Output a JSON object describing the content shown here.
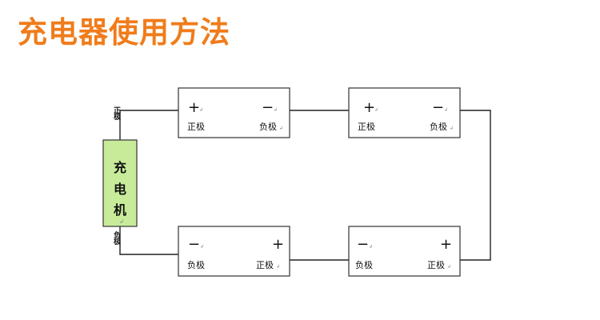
{
  "title": "充电器使用方法",
  "charger": {
    "label_chars": [
      "充",
      "电",
      "机"
    ],
    "mark": "↲",
    "positive_label": "正极",
    "negative_label": "负极",
    "fill_color": "#c8eb9a"
  },
  "batteries": [
    {
      "top_left": "+",
      "top_right": "−",
      "bottom_left": "正极",
      "bottom_right": "负极"
    },
    {
      "top_left": "+",
      "top_right": "−",
      "bottom_left": "正极",
      "bottom_right": "负极"
    },
    {
      "top_left": "−",
      "top_right": "+",
      "bottom_left": "负极",
      "bottom_right": "正极"
    },
    {
      "top_left": "−",
      "top_right": "+",
      "bottom_left": "负极",
      "bottom_right": "正极"
    }
  ],
  "paragraph_mark": "↲",
  "colors": {
    "title": "#f07c1b",
    "line": "#222222",
    "text": "#111111",
    "mark": "#888888"
  }
}
